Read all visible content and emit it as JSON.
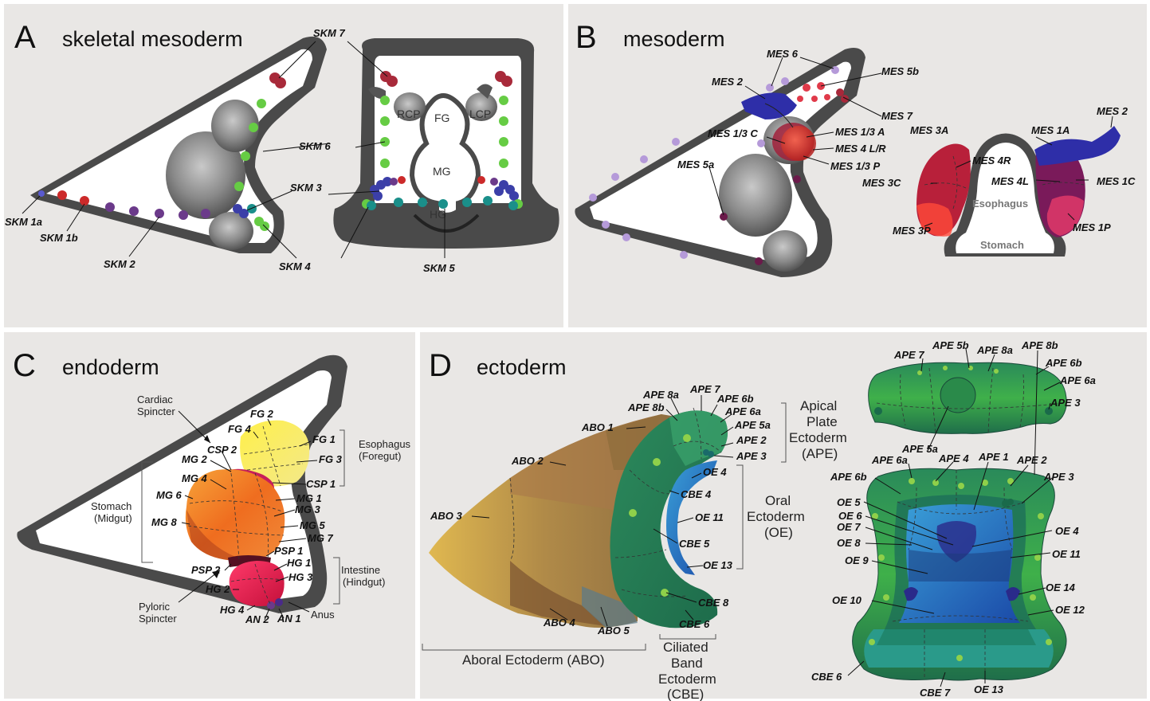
{
  "panels": {
    "A": {
      "letter": "A",
      "title": "skeletal mesoderm"
    },
    "B": {
      "letter": "B",
      "title": "mesoderm"
    },
    "C": {
      "letter": "C",
      "title": "endoderm"
    },
    "D": {
      "letter": "D",
      "title": "ectoderm"
    }
  },
  "A": {
    "labels": {
      "skm7": "SKM 7",
      "skm6": "SKM 6",
      "skm3": "SKM 3",
      "skm4": "SKM 4",
      "skm5": "SKM 5",
      "skm2": "SKM 2",
      "skm1a": "SKM 1a",
      "skm1b": "SKM 1b"
    },
    "inner": {
      "rcp": "RCP",
      "lcp": "LCP",
      "fg": "FG",
      "mg": "MG",
      "hg": "HG"
    }
  },
  "B": {
    "labels": {
      "mes6": "MES 6",
      "mes2": "MES 2",
      "mes5b": "MES 5b",
      "mes7": "MES 7",
      "mes13c": "MES 1/3 C",
      "mes13a": "MES 1/3 A",
      "mes4lr": "MES 4 L/R",
      "mes13p": "MES 1/3 P",
      "mes5a": "MES 5a",
      "mes3a": "MES 3A",
      "mes1a": "MES 1A",
      "mes2r": "MES 2",
      "mes4r": "MES 4R",
      "mes4l": "MES 4L",
      "mes3c": "MES 3C",
      "mes1c": "MES 1C",
      "mes3p": "MES 3P",
      "mes1p": "MES 1P"
    },
    "inner": {
      "esophagus": "Esophagus",
      "stomach": "Stomach"
    }
  },
  "C": {
    "labels": {
      "fg2": "FG 2",
      "fg4": "FG 4",
      "fg1": "FG 1",
      "fg3": "FG 3",
      "csp2": "CSP 2",
      "csp1": "CSP 1",
      "mg2": "MG 2",
      "mg4": "MG 4",
      "mg6": "MG 6",
      "mg8": "MG 8",
      "mg1": "MG 1",
      "mg3": "MG 3",
      "mg5": "MG 5",
      "mg7": "MG 7",
      "psp1": "PSP 1",
      "psp2": "PSP 2",
      "hg1": "HG 1",
      "hg3": "HG 3",
      "hg2": "HG 2",
      "hg4": "HG 4",
      "an2": "AN 2",
      "an1": "AN 1"
    },
    "regions": {
      "cardiac": [
        "Cardiac",
        "Spincter"
      ],
      "esophagus": [
        "Esophagus",
        "(Foregut)"
      ],
      "stomach": [
        "Stomach",
        "(Midgut)"
      ],
      "intestine": [
        "Intestine",
        "(Hindgut)"
      ],
      "pyloric": [
        "Pyloric",
        "Spincter"
      ],
      "anus": "Anus"
    }
  },
  "D": {
    "labels": {
      "ape8a": "APE 8a",
      "ape7": "APE 7",
      "ape6b": "APE 6b",
      "ape8b": "APE 8b",
      "ape6a": "APE 6a",
      "abo1": "ABO 1",
      "ape5a": "APE 5a",
      "ape2": "APE 2",
      "ape3": "APE 3",
      "abo2": "ABO 2",
      "oe4": "OE 4",
      "cbe4": "CBE 4",
      "abo3": "ABO 3",
      "oe11": "OE 11",
      "cbe5": "CBE 5",
      "oe13": "OE 13",
      "cbe8": "CBE 8",
      "cbe6": "CBE 6",
      "abo4": "ABO 4",
      "abo5": "ABO 5"
    },
    "right_labels": {
      "ape7": "APE 7",
      "ape5b": "APE 5b",
      "ape8a": "APE 8a",
      "ape8b": "APE 8b",
      "ape6b": "APE 6b",
      "ape6a": "APE 6a",
      "ape3": "APE 3",
      "ape5a": "APE 5a",
      "ape6a2": "APE 6a",
      "ape4": "APE 4",
      "ape1": "APE 1",
      "ape2": "APE 2",
      "ape6b2": "APE 6b",
      "ape32": "APE 3",
      "oe5": "OE 5",
      "oe6": "OE 6",
      "oe7": "OE 7",
      "oe4": "OE 4",
      "oe8": "OE 8",
      "oe11": "OE 11",
      "oe9": "OE 9",
      "oe14": "OE 14",
      "oe10": "OE 10",
      "oe12": "OE 12",
      "cbe6": "CBE 6",
      "cbe7": "CBE 7",
      "oe13": "OE 13"
    },
    "regions": {
      "ape": [
        "Apical",
        "Plate",
        "Ectoderm",
        "(APE)"
      ],
      "oe": [
        "Oral",
        "Ectoderm",
        "(OE)"
      ],
      "abo": "Aboral Ectoderm (ABO)",
      "cbe": [
        "Ciliated",
        "Band",
        "Ectoderm",
        "(CBE)"
      ]
    }
  },
  "colors": {
    "green_dot": "#66cc44",
    "red_dot": "#cc2a2a",
    "purple_dot": "#6b3a8a",
    "blue_dot": "#3b3fa8",
    "teal_dot": "#1a8f8a",
    "lilac_dot": "#b59ad9"
  }
}
